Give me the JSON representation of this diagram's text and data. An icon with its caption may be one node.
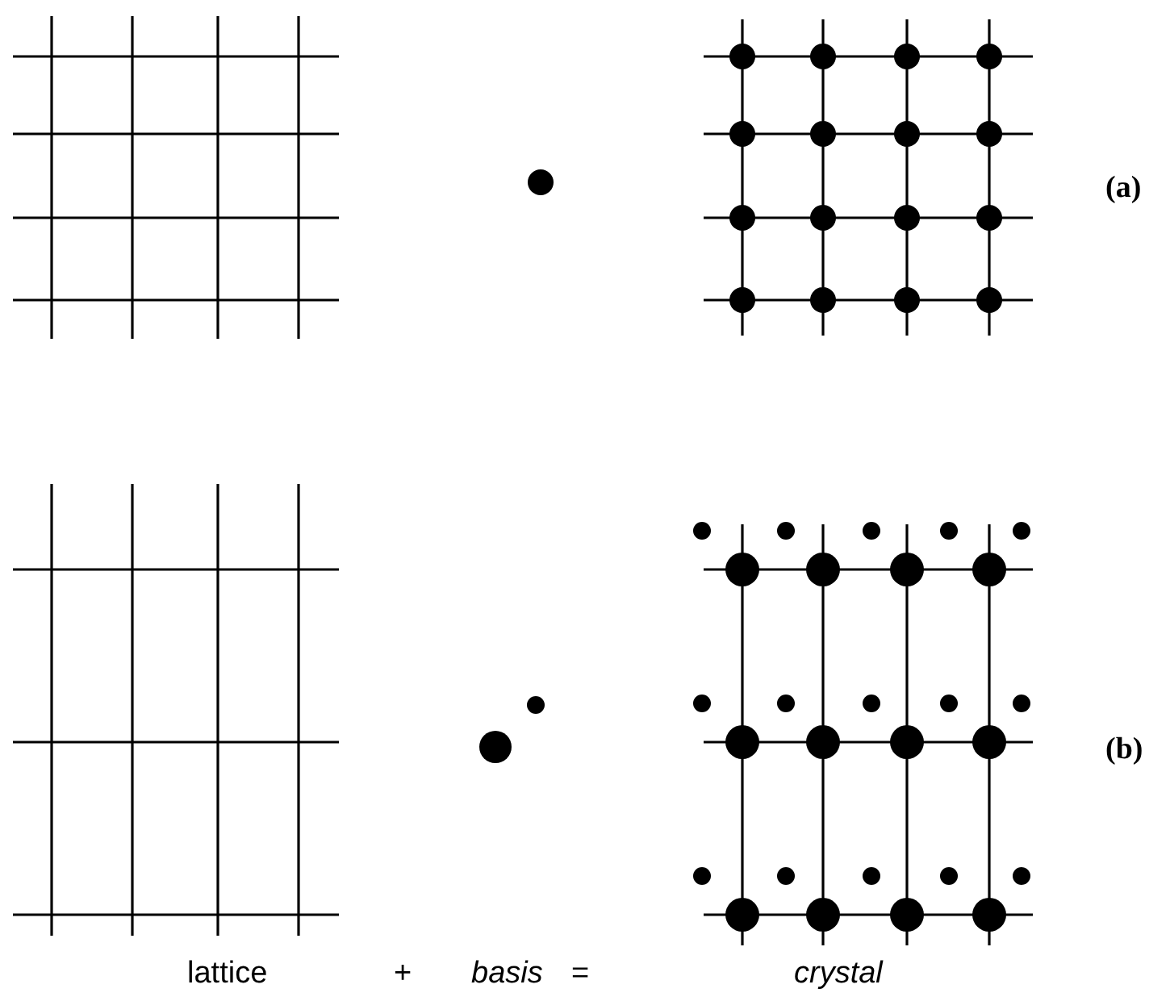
{
  "diagram": {
    "labels": [
      "(a)",
      "(b)",
      "lattice",
      "+",
      "basis",
      "=",
      "crystal"
    ]
  }
}
